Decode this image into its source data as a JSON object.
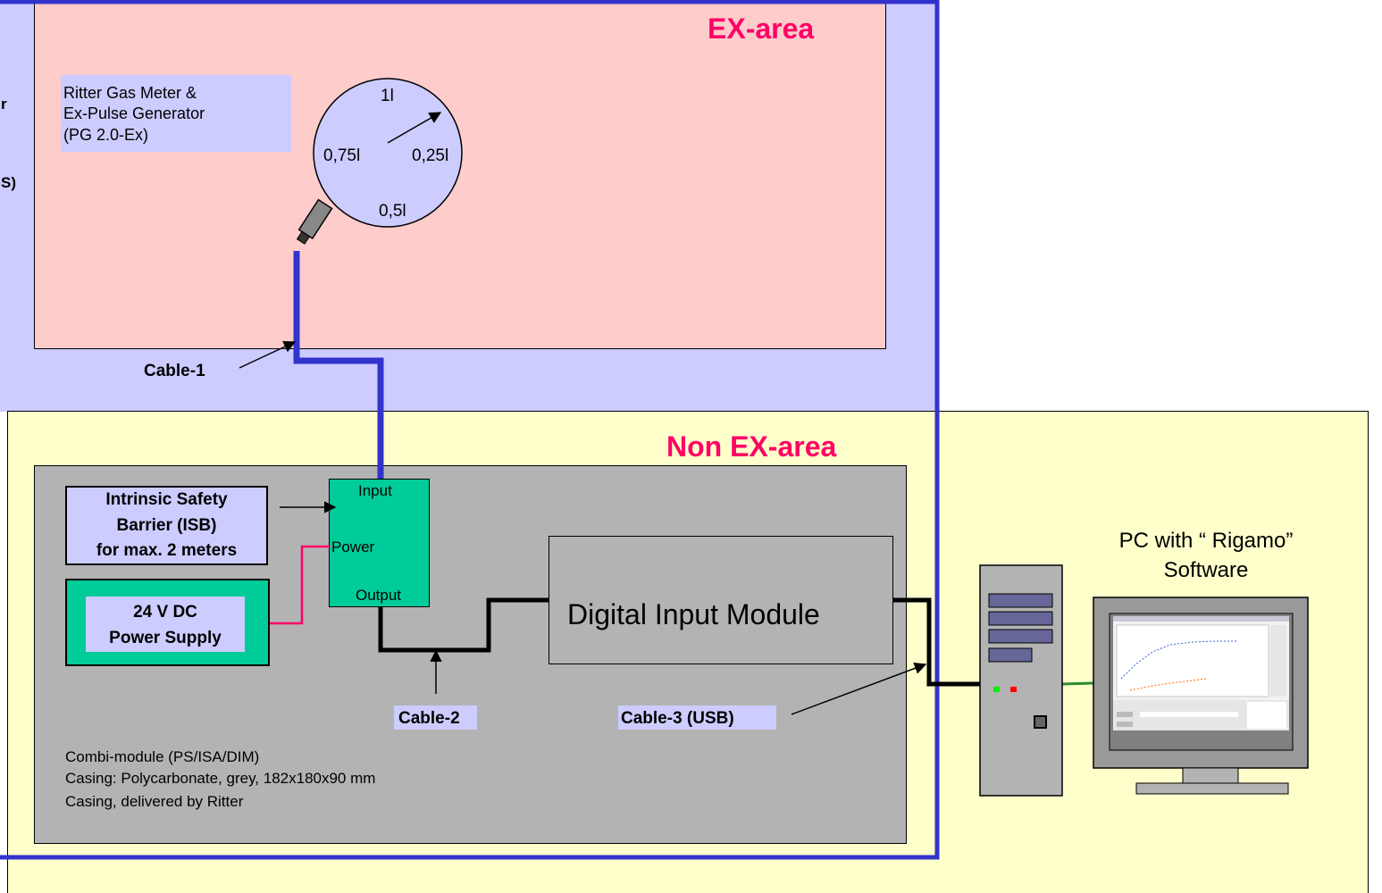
{
  "colors": {
    "ex_outer": "#ccccff",
    "ex_area": "#ffcccc",
    "non_ex_area": "#ffffcc",
    "module": "#b3b3b3",
    "green": "#00cc99",
    "blue_cable": "#3333cc",
    "label_bg": "#ccccff",
    "accent_red": "#ff0066"
  },
  "left_edge": {
    "line1": "r",
    "line2": "S)"
  },
  "ex_area": {
    "title": "EX-area",
    "meter_label": [
      "Ritter Gas Meter &",
      "Ex-Pulse Generator",
      "(PG 2.0-Ex)"
    ],
    "dial": {
      "top": "1l",
      "left": "0,75l",
      "right": "0,25l",
      "bottom": "0,5l"
    }
  },
  "non_ex_area": {
    "title": "Non EX-area",
    "isb": [
      "Intrinsic Safety",
      "Barrier (ISB)",
      "for max. 2 meters"
    ],
    "psu": [
      "24 V DC",
      "Power Supply"
    ],
    "ports": {
      "input": "Input",
      "power": "Power",
      "output": "Output"
    },
    "dim": "Digital Input Module",
    "module_info": [
      "Combi-module (PS/ISA/DIM)",
      "Casing: Polycarbonate, grey, 182x180x90 mm",
      "Casing, delivered by Ritter"
    ]
  },
  "cables": {
    "c1": "Cable-1",
    "c2": "Cable-2",
    "c3": "Cable-3 (USB)"
  },
  "pc": {
    "label": [
      "PC with “ Rigamo”",
      "Software"
    ]
  }
}
